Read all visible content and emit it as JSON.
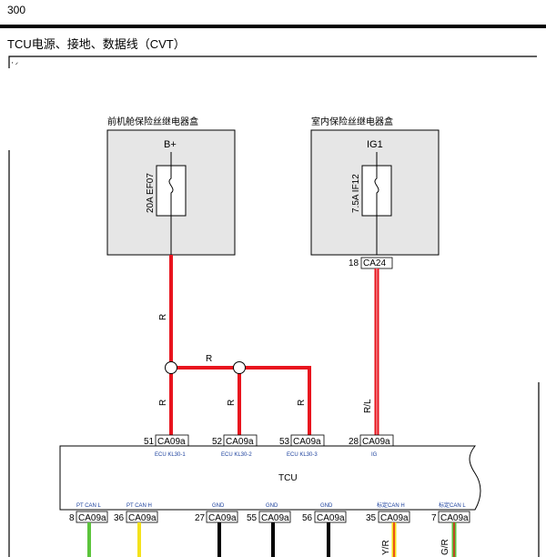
{
  "page": {
    "number": "300",
    "title": "TCU电源、接地、数据线（CVT）",
    "corner_mark": "",
    "corner_tick": "' ᐟ"
  },
  "boxes": {
    "front": {
      "title": "前机舱保险丝继电器盒",
      "supply": "B+",
      "fuse": "20A EF07"
    },
    "inner": {
      "title": "室内保险丝继电器盒",
      "supply": "IG1",
      "fuse": "7.5A IF12",
      "pin": "18",
      "connector": "CA24"
    }
  },
  "wires": {
    "r_main": "R",
    "r_branch": "R",
    "r_left": "R",
    "r_mid": "R",
    "r_right": "R",
    "rl": "R/L",
    "yr": "Y/R",
    "gr": "G/R"
  },
  "tcu": {
    "label": "TCU",
    "top_pins": [
      {
        "pin": "51",
        "connector": "CA09a",
        "signal": "ECU KL30-1"
      },
      {
        "pin": "52",
        "connector": "CA09a",
        "signal": "ECU KL30-2"
      },
      {
        "pin": "53",
        "connector": "CA09a",
        "signal": "ECU KL30-3"
      },
      {
        "pin": "28",
        "connector": "CA09a",
        "signal": "IG"
      }
    ],
    "bottom_pins": [
      {
        "pin": "8",
        "connector": "CA09a",
        "signal": "PT CAN L"
      },
      {
        "pin": "36",
        "connector": "CA09a",
        "signal": "PT CAN H"
      },
      {
        "pin": "27",
        "connector": "CA09a",
        "signal": "GND"
      },
      {
        "pin": "55",
        "connector": "CA09a",
        "signal": "GND"
      },
      {
        "pin": "56",
        "connector": "CA09a",
        "signal": "GND"
      },
      {
        "pin": "35",
        "connector": "CA09a",
        "signal": "标定CAN H"
      },
      {
        "pin": "7",
        "connector": "CA09a",
        "signal": "标定CAN L"
      }
    ]
  },
  "colors": {
    "red": "#e8141e",
    "redlight": "#f28a8f",
    "black": "#000000",
    "green": "#5cc43c",
    "yellow": "#f4e21c",
    "signal": "#1a3f9c",
    "box_fill": "#e6e6e6"
  }
}
